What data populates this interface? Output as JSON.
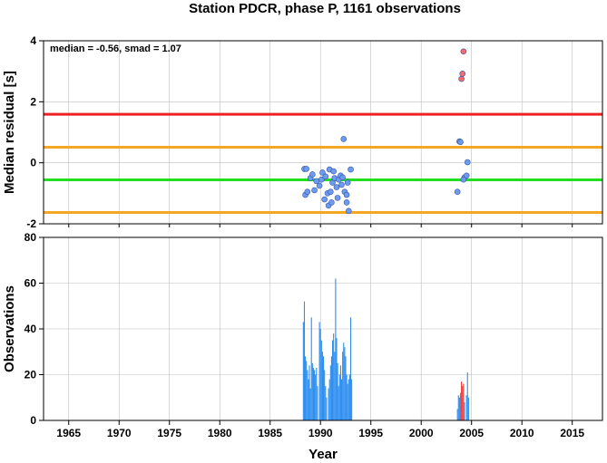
{
  "chart_data": [
    {
      "type": "scatter",
      "title": "Station PDCR, phase P, 1161 observations",
      "xlabel": "",
      "ylabel": "Median residual [s]",
      "xlim": [
        1962.5,
        2018
      ],
      "ylim": [
        -2,
        4
      ],
      "yticks": [
        -2,
        0,
        2,
        4
      ],
      "grid": true,
      "annotation": "median = -0.56, smad = 1.07",
      "reference_lines": [
        {
          "y": 1.59,
          "color": "#ee2222"
        },
        {
          "y": 0.51,
          "color": "#f5a623"
        },
        {
          "y": -0.56,
          "color": "#22dd22"
        },
        {
          "y": -1.63,
          "color": "#f5a623"
        }
      ],
      "series": [
        {
          "color": "#6f9bef",
          "points": [
            {
              "x": 1988.4,
              "y": -0.2
            },
            {
              "x": 1988.6,
              "y": -0.2
            },
            {
              "x": 1988.5,
              "y": -1.05
            },
            {
              "x": 1988.7,
              "y": -0.95
            },
            {
              "x": 1989.0,
              "y": -0.5
            },
            {
              "x": 1989.2,
              "y": -0.38
            },
            {
              "x": 1989.4,
              "y": -0.9
            },
            {
              "x": 1989.6,
              "y": -0.6
            },
            {
              "x": 1989.9,
              "y": -0.75
            },
            {
              "x": 1990.1,
              "y": -0.55
            },
            {
              "x": 1990.2,
              "y": -0.32
            },
            {
              "x": 1990.4,
              "y": -1.2
            },
            {
              "x": 1990.5,
              "y": -0.45
            },
            {
              "x": 1990.7,
              "y": -1.0
            },
            {
              "x": 1990.8,
              "y": -1.4
            },
            {
              "x": 1990.9,
              "y": -0.22
            },
            {
              "x": 1991.0,
              "y": -0.95
            },
            {
              "x": 1991.2,
              "y": -0.65
            },
            {
              "x": 1991.3,
              "y": -0.28
            },
            {
              "x": 1991.4,
              "y": -0.5
            },
            {
              "x": 1991.6,
              "y": -0.8
            },
            {
              "x": 1991.7,
              "y": -1.15
            },
            {
              "x": 1991.8,
              "y": -0.55
            },
            {
              "x": 1992.0,
              "y": -0.42
            },
            {
              "x": 1992.1,
              "y": -0.72
            },
            {
              "x": 1992.2,
              "y": -0.48
            },
            {
              "x": 1992.3,
              "y": 0.78
            },
            {
              "x": 1992.4,
              "y": -0.95
            },
            {
              "x": 1992.6,
              "y": -1.3
            },
            {
              "x": 1992.7,
              "y": -0.65
            },
            {
              "x": 1992.8,
              "y": -1.58
            },
            {
              "x": 1993.0,
              "y": -0.22
            },
            {
              "x": 1992.6,
              "y": -1.05
            },
            {
              "x": 1991.1,
              "y": -1.3
            },
            {
              "x": 2003.6,
              "y": -0.95
            },
            {
              "x": 2003.8,
              "y": 0.7
            },
            {
              "x": 2003.9,
              "y": 0.68
            },
            {
              "x": 2004.3,
              "y": -0.48
            },
            {
              "x": 2004.5,
              "y": -0.42
            },
            {
              "x": 2004.6,
              "y": 0.02
            },
            {
              "x": 2004.2,
              "y": -0.55
            }
          ]
        },
        {
          "color": "#f36b6b",
          "points": [
            {
              "x": 2004.2,
              "y": 3.65
            },
            {
              "x": 2004.1,
              "y": 2.92
            },
            {
              "x": 2004.0,
              "y": 2.75
            }
          ]
        }
      ]
    },
    {
      "type": "bar",
      "xlabel": "Year",
      "ylabel": "Observations",
      "xlim": [
        1962.5,
        2018
      ],
      "ylim": [
        0,
        80
      ],
      "xticks": [
        1965,
        1970,
        1975,
        1980,
        1985,
        1990,
        1995,
        2000,
        2005,
        2010,
        2015
      ],
      "yticks": [
        0,
        20,
        40,
        60,
        80
      ],
      "grid": true,
      "series": [
        {
          "color": "#2f8ff0",
          "bars": [
            {
              "x": 1988.3,
              "y": 43
            },
            {
              "x": 1988.4,
              "y": 52
            },
            {
              "x": 1988.5,
              "y": 28
            },
            {
              "x": 1988.6,
              "y": 26
            },
            {
              "x": 1988.7,
              "y": 22
            },
            {
              "x": 1988.8,
              "y": 18
            },
            {
              "x": 1988.9,
              "y": 24
            },
            {
              "x": 1989.0,
              "y": 14
            },
            {
              "x": 1989.1,
              "y": 45
            },
            {
              "x": 1989.2,
              "y": 25
            },
            {
              "x": 1989.3,
              "y": 23
            },
            {
              "x": 1989.4,
              "y": 22
            },
            {
              "x": 1989.5,
              "y": 20
            },
            {
              "x": 1989.6,
              "y": 23
            },
            {
              "x": 1989.7,
              "y": 15
            },
            {
              "x": 1989.9,
              "y": 43
            },
            {
              "x": 1990.0,
              "y": 40
            },
            {
              "x": 1990.1,
              "y": 35
            },
            {
              "x": 1990.2,
              "y": 30
            },
            {
              "x": 1990.3,
              "y": 28
            },
            {
              "x": 1990.4,
              "y": 22
            },
            {
              "x": 1990.5,
              "y": 15
            },
            {
              "x": 1990.6,
              "y": 10
            },
            {
              "x": 1990.8,
              "y": 14
            },
            {
              "x": 1990.9,
              "y": 18
            },
            {
              "x": 1991.0,
              "y": 24
            },
            {
              "x": 1991.1,
              "y": 28
            },
            {
              "x": 1991.2,
              "y": 35
            },
            {
              "x": 1991.3,
              "y": 38
            },
            {
              "x": 1991.4,
              "y": 30
            },
            {
              "x": 1991.5,
              "y": 62
            },
            {
              "x": 1991.6,
              "y": 36
            },
            {
              "x": 1991.7,
              "y": 25
            },
            {
              "x": 1991.8,
              "y": 15
            },
            {
              "x": 1991.9,
              "y": 20
            },
            {
              "x": 1992.0,
              "y": 24
            },
            {
              "x": 1992.1,
              "y": 18
            },
            {
              "x": 1992.2,
              "y": 30
            },
            {
              "x": 1992.3,
              "y": 34
            },
            {
              "x": 1992.4,
              "y": 32
            },
            {
              "x": 1992.5,
              "y": 28
            },
            {
              "x": 1992.6,
              "y": 20
            },
            {
              "x": 1992.7,
              "y": 16
            },
            {
              "x": 1992.8,
              "y": 18
            },
            {
              "x": 1992.9,
              "y": 20
            },
            {
              "x": 1993.0,
              "y": 45
            },
            {
              "x": 1993.1,
              "y": 18
            },
            {
              "x": 2003.6,
              "y": 5
            },
            {
              "x": 2003.7,
              "y": 11
            },
            {
              "x": 2003.8,
              "y": 10
            },
            {
              "x": 2003.9,
              "y": 12
            },
            {
              "x": 2004.3,
              "y": 8
            },
            {
              "x": 2004.5,
              "y": 11
            },
            {
              "x": 2004.6,
              "y": 21
            },
            {
              "x": 2004.7,
              "y": 10
            }
          ]
        },
        {
          "color": "#f03a3a",
          "bars": [
            {
              "x": 2004.0,
              "y": 17
            },
            {
              "x": 2004.1,
              "y": 15
            },
            {
              "x": 2004.2,
              "y": 16
            }
          ]
        }
      ]
    }
  ]
}
